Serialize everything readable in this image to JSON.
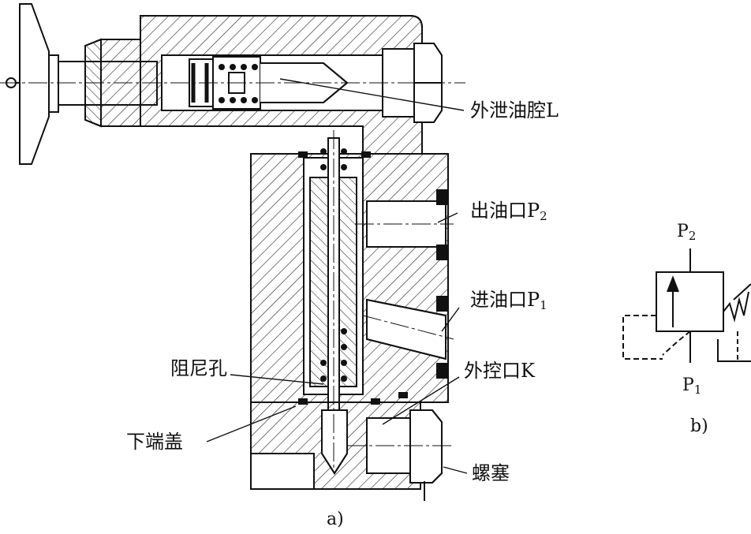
{
  "labels": {
    "external_drain_chamber": "外泄油腔L",
    "outlet_port_text": "出油口P",
    "outlet_port_sub": "2",
    "inlet_port_text": "进油口P",
    "inlet_port_sub": "1",
    "external_control_port": "外控口K",
    "damping_orifice": "阻尼孔",
    "lower_end_cover": "下端盖",
    "screw_plug": "螺塞",
    "caption_a": "a)",
    "caption_b": "b)",
    "symbol_p2_text": "P",
    "symbol_p2_sub": "2",
    "symbol_p1_text": "P",
    "symbol_p1_sub": "1"
  }
}
